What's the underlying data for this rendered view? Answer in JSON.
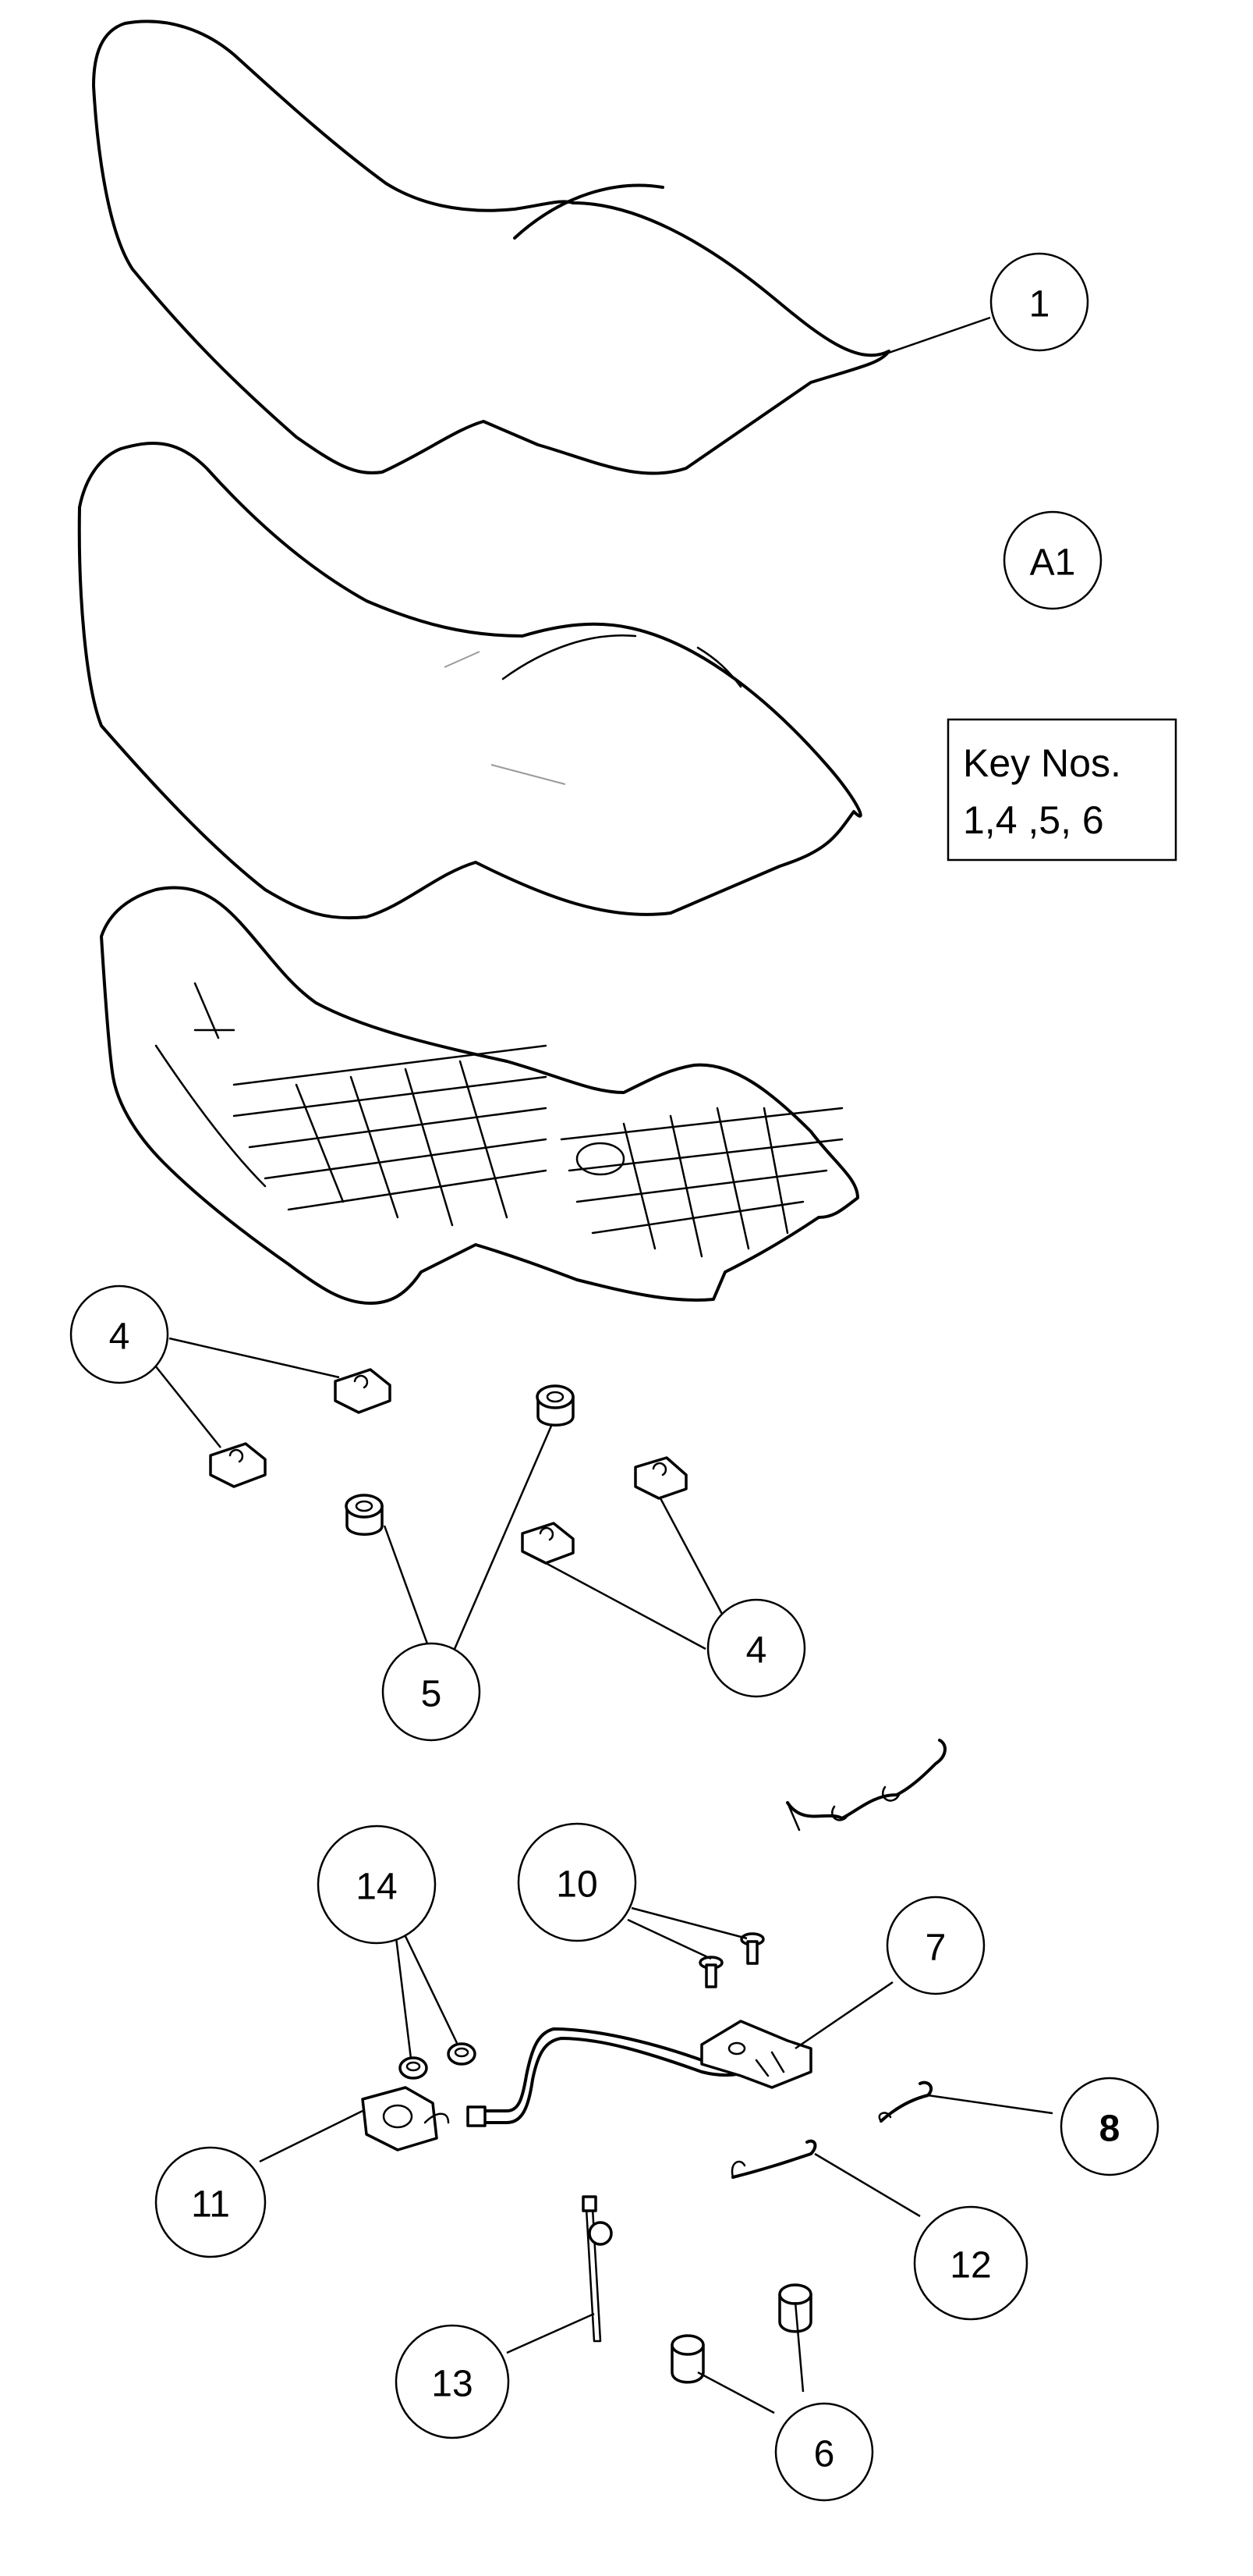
{
  "callouts": [
    {
      "id": "c1",
      "label": "1"
    },
    {
      "id": "cA1",
      "label": "A1"
    },
    {
      "id": "c4a",
      "label": "4"
    },
    {
      "id": "c4b",
      "label": "4"
    },
    {
      "id": "c5",
      "label": "5"
    },
    {
      "id": "c14",
      "label": "14"
    },
    {
      "id": "c10",
      "label": "10"
    },
    {
      "id": "c7",
      "label": "7"
    },
    {
      "id": "c8",
      "label": "8"
    },
    {
      "id": "c11",
      "label": "11"
    },
    {
      "id": "c12",
      "label": "12"
    },
    {
      "id": "c13",
      "label": "13"
    },
    {
      "id": "c6",
      "label": "6"
    }
  ],
  "key_box": {
    "line1": "Key Nos.",
    "line2": "1,4 ,5, 6"
  }
}
